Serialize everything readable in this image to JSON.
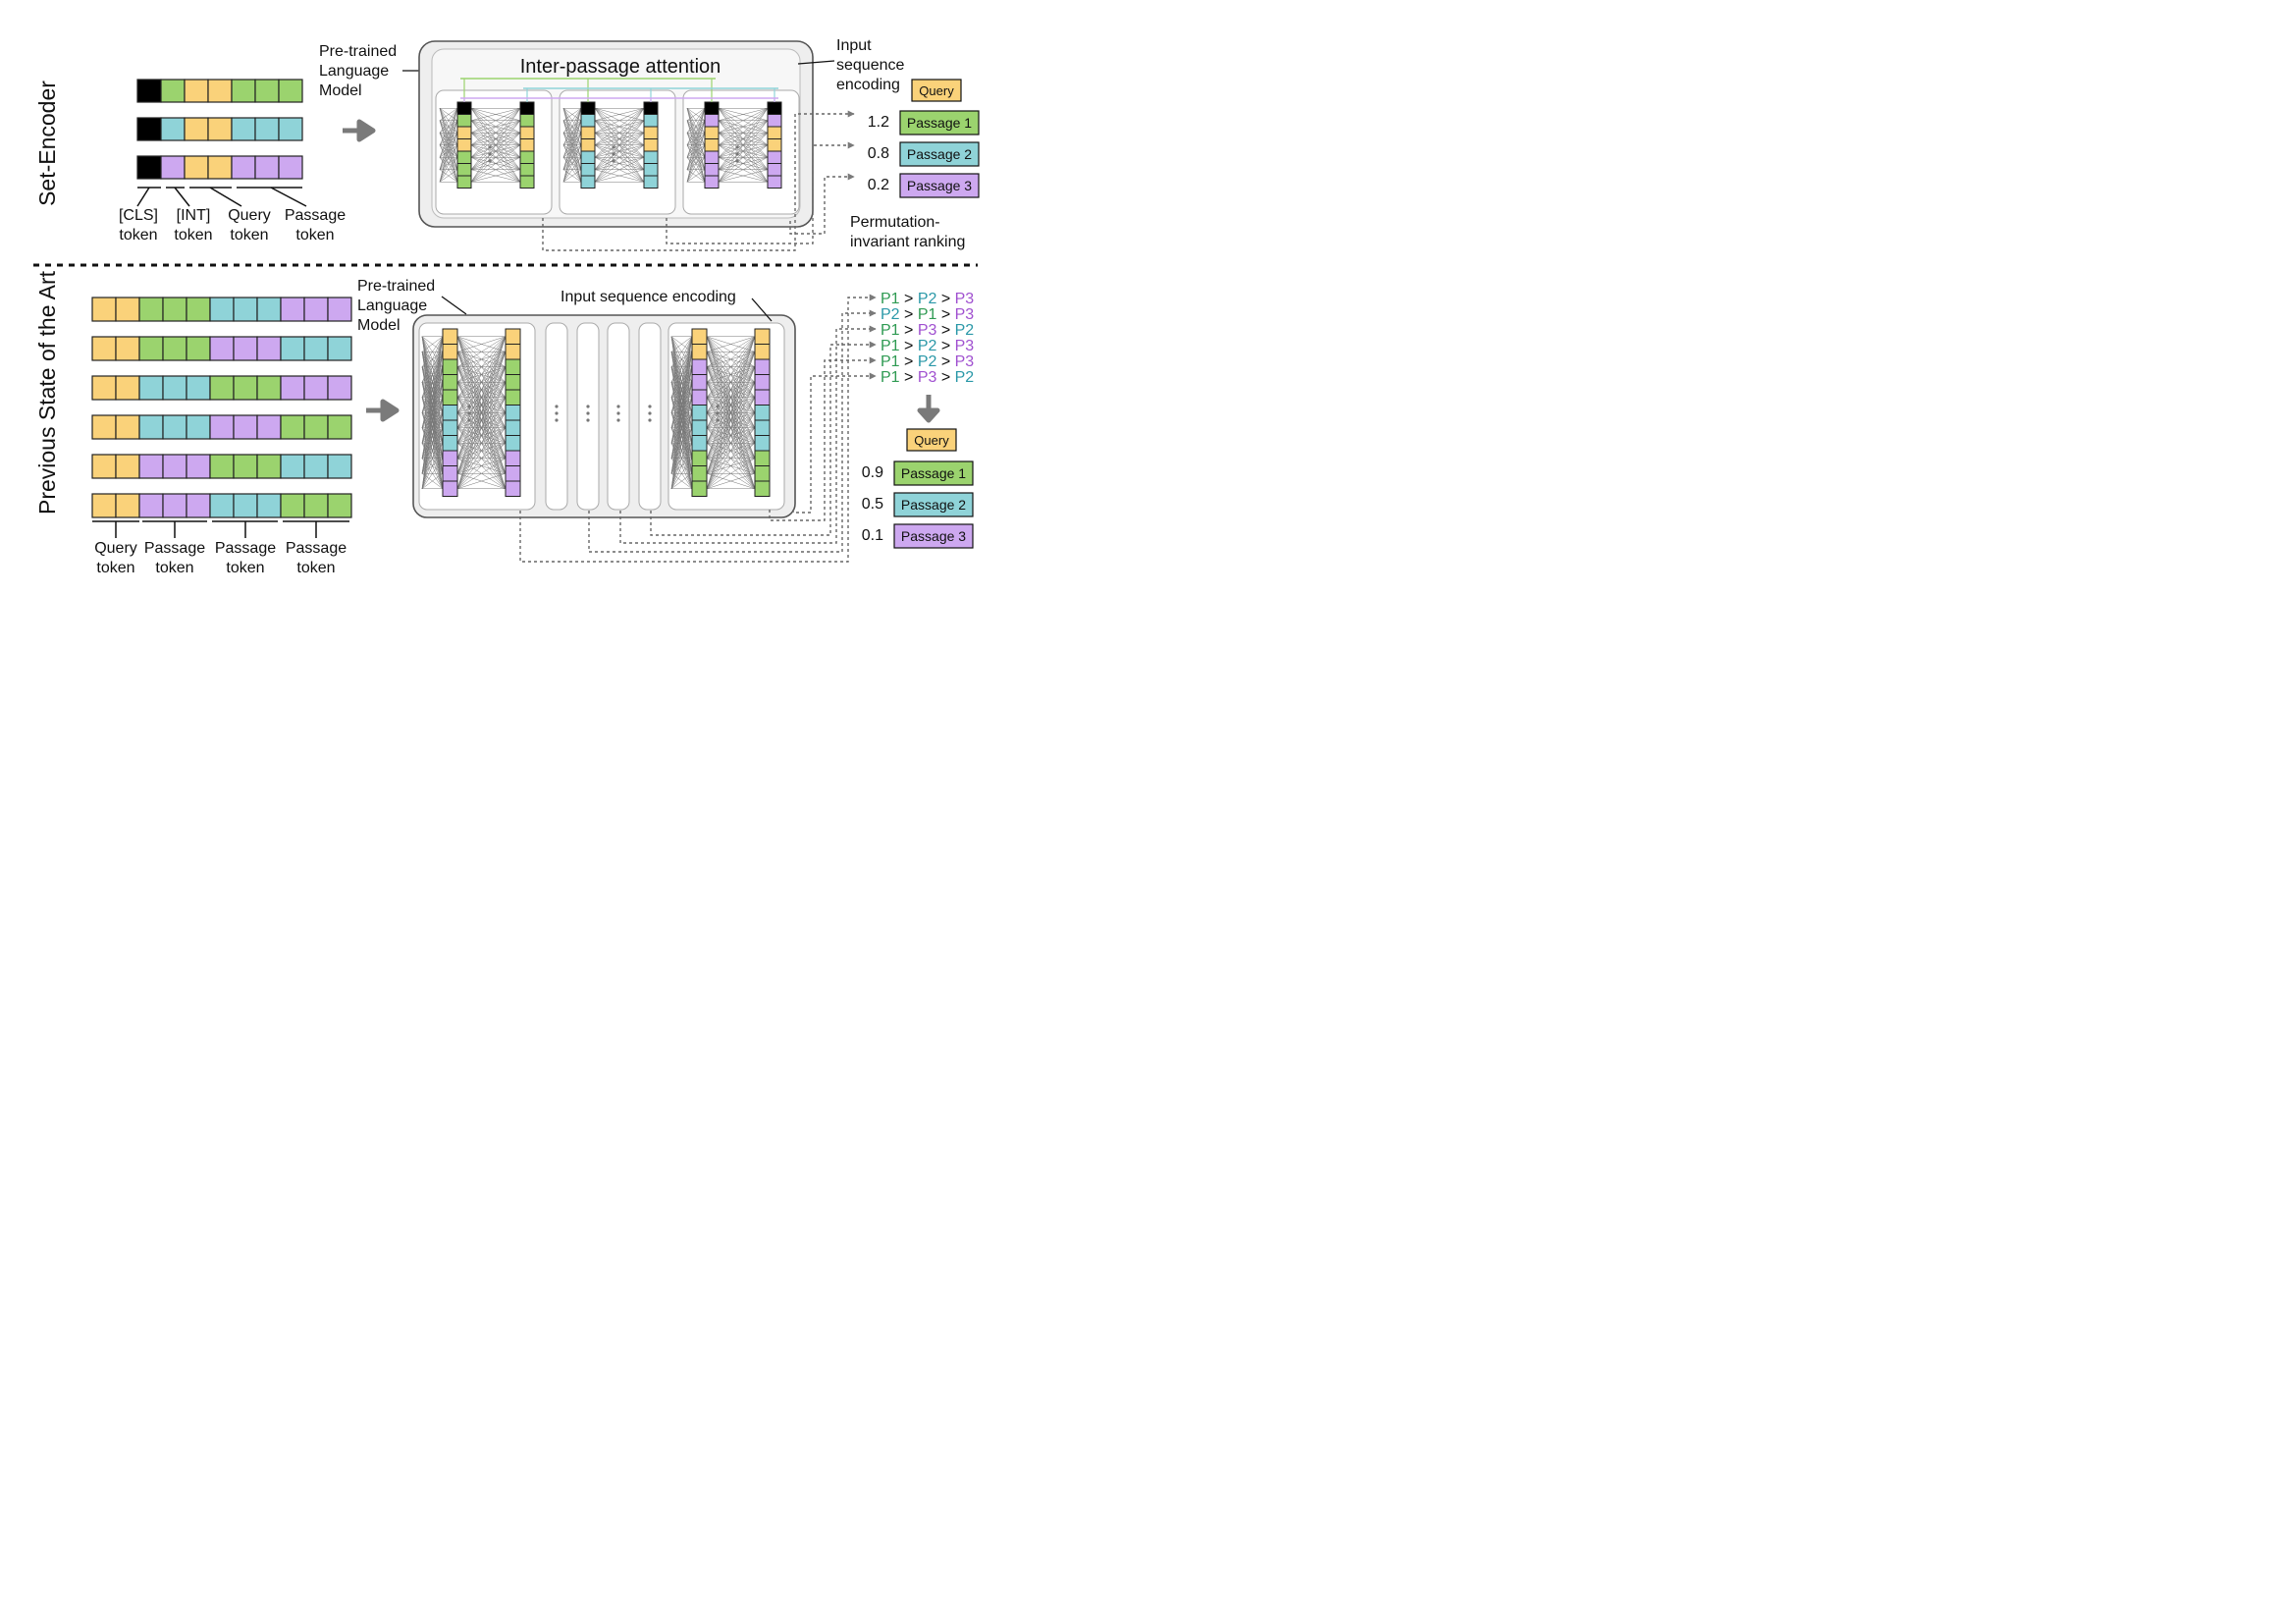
{
  "colors": {
    "cls": "#000000",
    "query": "#FAD27A",
    "p1": "#9BD36E",
    "p2": "#8FD3D8",
    "p3": "#CDA8F0",
    "p1_text": "#2E9A52",
    "p2_text": "#2A98A8",
    "p3_text": "#A050D0",
    "arrow": "#7a7a7a"
  },
  "top": {
    "side_label": "Set-Encoder",
    "token_labels": [
      {
        "line1": "[CLS]",
        "line2": "token"
      },
      {
        "line1": "[INT]",
        "line2": "token"
      },
      {
        "line1": "Query",
        "line2": "token"
      },
      {
        "line1": "Passage",
        "line2": "token"
      }
    ],
    "plm_label": [
      "Pre-trained",
      "Language",
      "Model"
    ],
    "attention_title": "Inter-passage attention",
    "encoding_label": [
      "Input",
      "sequence",
      "encoding"
    ],
    "query_box": "Query",
    "scores": [
      {
        "score": "1.2",
        "passage": "Passage 1"
      },
      {
        "score": "0.8",
        "passage": "Passage 2"
      },
      {
        "score": "0.2",
        "passage": "Passage 3"
      }
    ],
    "ranking_label": [
      "Permutation-",
      "invariant ranking"
    ]
  },
  "bottom": {
    "side_label": "Previous State of the Art",
    "token_labels": [
      {
        "line1": "Query",
        "line2": "token"
      },
      {
        "line1": "Passage",
        "line2": "token"
      },
      {
        "line1": "Passage",
        "line2": "token"
      },
      {
        "line1": "Passage",
        "line2": "token"
      }
    ],
    "plm_label": [
      "Pre-trained",
      "Language",
      "Model"
    ],
    "encoding_label": "Input sequence encoding",
    "permutations": [
      [
        "P1",
        "P2",
        "P3"
      ],
      [
        "P2",
        "P1",
        "P3"
      ],
      [
        "P1",
        "P3",
        "P2"
      ],
      [
        "P1",
        "P2",
        "P3"
      ],
      [
        "P1",
        "P2",
        "P3"
      ],
      [
        "P1",
        "P3",
        "P2"
      ]
    ],
    "separator": ">",
    "query_box": "Query",
    "scores": [
      {
        "score": "0.9",
        "passage": "Passage 1"
      },
      {
        "score": "0.5",
        "passage": "Passage 2"
      },
      {
        "score": "0.1",
        "passage": "Passage 3"
      }
    ]
  }
}
